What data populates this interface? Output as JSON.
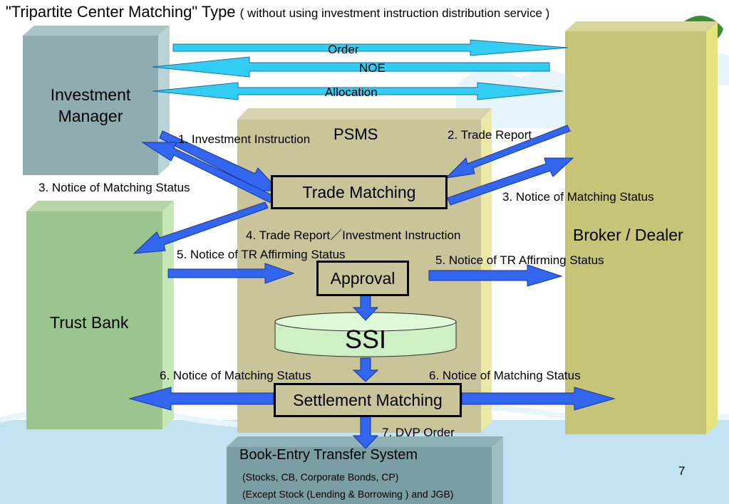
{
  "slide": {
    "title": "\"Tripartite Center Matching\" Type",
    "subtitle": "( without using investment instruction distribution service )",
    "page_number": "7"
  },
  "entities": {
    "investment_manager_line1": "Investment",
    "investment_manager_line2": "Manager",
    "broker_dealer": "Broker / Dealer",
    "trust_bank": "Trust Bank",
    "psms": "PSMS",
    "book_entry": "Book-Entry Transfer System",
    "book_entry_note1": "(Stocks, CB, Corporate Bonds, CP)",
    "book_entry_note2": "(Except Stock (Lending & Borrowing ) and JGB)"
  },
  "processes": {
    "trade_matching": "Trade Matching",
    "approval": "Approval",
    "ssi": "SSI",
    "settlement_matching": "Settlement Matching"
  },
  "flows": {
    "order": "Order",
    "noe": "NOE",
    "allocation": "Allocation",
    "investment_instruction": "1. Investment Instruction",
    "trade_report": "2. Trade Report",
    "notice_matching_left": "3. Notice of Matching Status",
    "notice_matching_right": "3. Notice of Matching Status",
    "tr_investment_instruction": "4. Trade Report／Investment Instruction",
    "tr_affirming_left": "5. Notice of TR Affirming Status",
    "tr_affirming_right": "5. Notice of TR Affirming Status",
    "settlement_notice_left": "6. Notice of Matching Status",
    "settlement_notice_right": "6. Notice of Matching Status",
    "dvp_order": "7. DVP Order"
  },
  "colors": {
    "investment_manager": "#8fadb0",
    "psms": "#c9c49a",
    "broker_dealer": "#c6c477",
    "trust_bank": "#9cc48e",
    "book_entry": "#7a9ea3",
    "ssi": "#cdf0c4",
    "cyan_arrow": "#33ccf2",
    "blue_arrow": "#3366ee",
    "sea": "#bfe1f2"
  }
}
